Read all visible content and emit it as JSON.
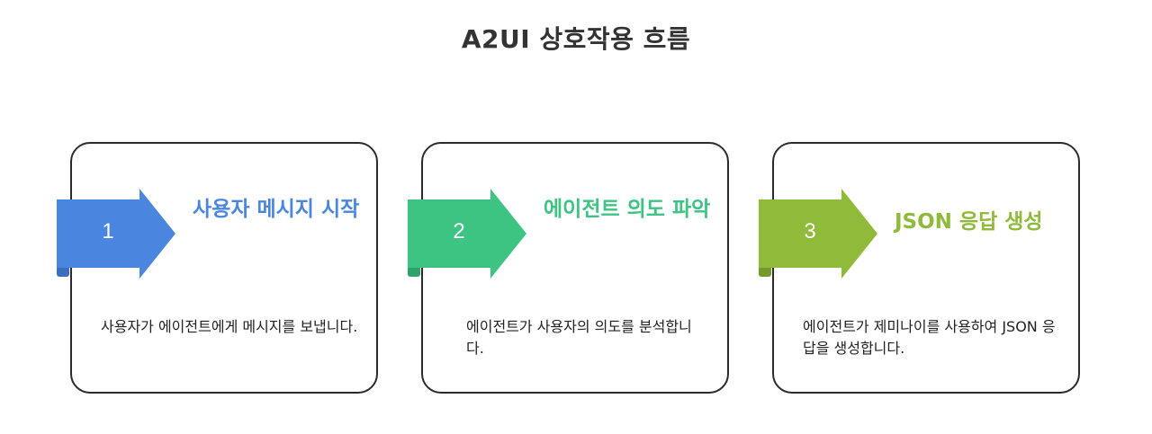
{
  "title": "A2UI 상호작용 흐름",
  "steps": [
    {
      "number": "1",
      "heading": "사용자 메시지 시작",
      "description": "사용자가 에이전트에게 메시지를 보냅니다.",
      "color": "#4a86e0",
      "dark_color": "#3a6ec0"
    },
    {
      "number": "2",
      "heading": "에이전트 의도 파악",
      "description": "에이전트가 사용자의 의도를 분석합니다.",
      "color": "#3ec482",
      "dark_color": "#2ea068"
    },
    {
      "number": "3",
      "heading": "JSON 응답 생성",
      "description": "에이전트가 제미나이를 사용하여 JSON 응답을 생성합니다.",
      "color": "#8fba3a",
      "dark_color": "#739a2a"
    }
  ]
}
